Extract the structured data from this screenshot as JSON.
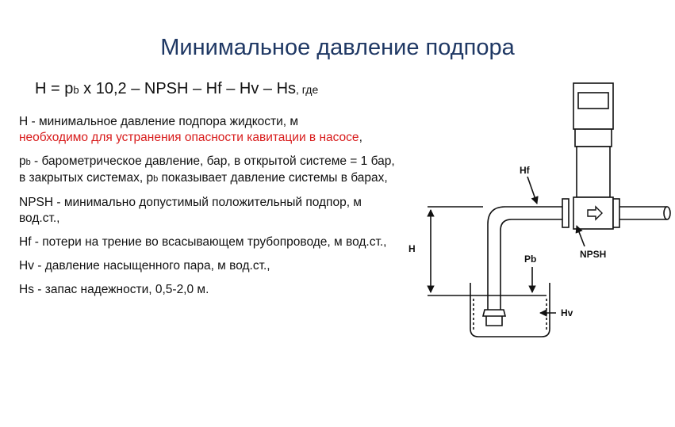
{
  "title": "Минимальное давление подпора",
  "formula": {
    "lhs": "H = p",
    "lhs_sub": "b",
    "rhs": " х 10,2 – NPSH – Hf – Hv – Hs",
    "where": ", где"
  },
  "definitions": {
    "h_line1": "H - минимальное давление подпора жидкости, м",
    "h_line2": "необходимо для устранения опасности кавитации в насосе",
    "h_line2_end": ",",
    "pb_prefix": "p",
    "pb_sub": "b",
    "pb_text1": " - барометрическое давление, бар, в открытой системе = 1 бар, в закрытых системах, p",
    "pb_sub2": "b",
    "pb_text2": " показывает давление системы в барах,",
    "npsh": "NPSH - минимально допустимый положительный подпор, м вод.ст.,",
    "hf": "Hf - потери на трение во всасывающем трубопроводе, м вод.ст.,",
    "hv": "Hv - давление насыщенного пара, м вод.ст.,",
    "hs": "Hs - запас надежности, 0,5-2,0 м."
  },
  "diagram_labels": {
    "hf": "Hf",
    "h": "H",
    "pb": "Pb",
    "npsh": "NPSH",
    "hv": "Hv"
  },
  "colors": {
    "title": "#1f3864",
    "highlight": "#d81b1b"
  }
}
